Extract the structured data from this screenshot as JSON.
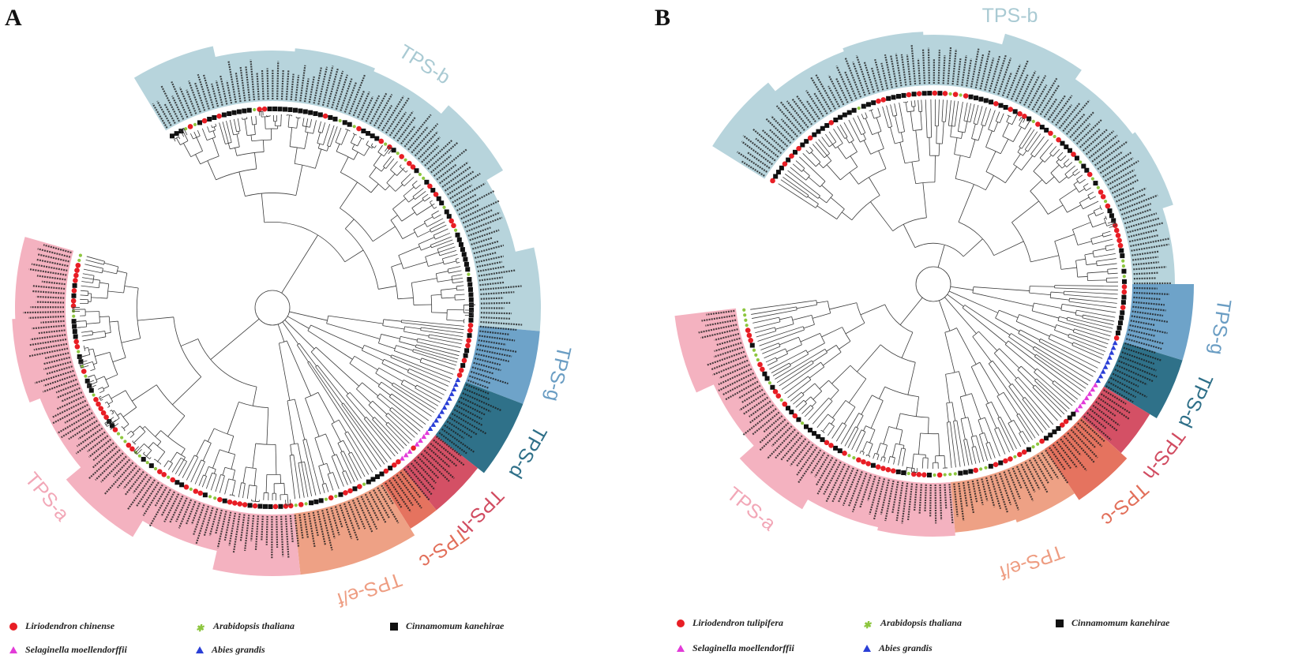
{
  "panels": [
    {
      "letter": "A",
      "clades": [
        {
          "name": "TPS-b",
          "color": "#b7d4dc",
          "label_color": "#a9cad3",
          "start": -121,
          "end": 5
        },
        {
          "name": "TPS-g",
          "color": "#6ea3c9",
          "label_color": "#6a9dc3",
          "start": 5,
          "end": 21
        },
        {
          "name": "TPS-d",
          "color": "#2f7189",
          "label_color": "#2e6f88",
          "start": 21,
          "end": 38
        },
        {
          "name": "TPS-h",
          "color": "#d45065",
          "label_color": "#d14b60",
          "start": 38,
          "end": 51
        },
        {
          "name": "TPS-c",
          "color": "#e5735f",
          "label_color": "#e26f5a",
          "start": 51,
          "end": 58
        },
        {
          "name": "TPS-e/f",
          "color": "#eea185",
          "label_color": "#ee9d82",
          "start": 58,
          "end": 84
        },
        {
          "name": "TPS-a",
          "color": "#f4b2c0",
          "label_color": "#f2a7b7",
          "start": 84,
          "end": 196
        }
      ],
      "legend": [
        {
          "label": "Liriodendron chinense",
          "shape": "circle",
          "color": "#e81e25"
        },
        {
          "label": "Arabidopsis thaliana",
          "shape": "star",
          "color": "#8dc63f"
        },
        {
          "label": "Cinnamomum kanehirae",
          "shape": "square",
          "color": "#111111"
        },
        {
          "label": "Selaginella moellendorffii",
          "shape": "triangle",
          "color": "#e23bd8"
        },
        {
          "label": "Abies grandis",
          "shape": "triangle",
          "color": "#2a3fd6"
        }
      ]
    },
    {
      "letter": "B",
      "clades": [
        {
          "name": "TPS-b",
          "color": "#b7d4dc",
          "label_color": "#a9cad3",
          "start": -148,
          "end": 0
        },
        {
          "name": "TPS-g",
          "color": "#6ea3c9",
          "label_color": "#6a9dc3",
          "start": 0,
          "end": 17
        },
        {
          "name": "TPS-d",
          "color": "#2f7189",
          "label_color": "#2e6f88",
          "start": 17,
          "end": 31
        },
        {
          "name": "TPS-h",
          "color": "#d45065",
          "label_color": "#d14b60",
          "start": 31,
          "end": 42
        },
        {
          "name": "TPS-c",
          "color": "#e5735f",
          "label_color": "#e26f5a",
          "start": 42,
          "end": 56
        },
        {
          "name": "TPS-e/f",
          "color": "#eea185",
          "label_color": "#ee9d82",
          "start": 56,
          "end": 85
        },
        {
          "name": "TPS-a",
          "color": "#f4b2c0",
          "label_color": "#f2a7b7",
          "start": 85,
          "end": 173
        }
      ],
      "legend": [
        {
          "label": "Liriodendron tulipifera",
          "shape": "circle",
          "color": "#e81e25"
        },
        {
          "label": "Arabidopsis thaliana",
          "shape": "star",
          "color": "#8dc63f"
        },
        {
          "label": "Cinnamomum kanehirae",
          "shape": "square",
          "color": "#111111"
        },
        {
          "label": "Selaginella moellendorffii",
          "shape": "triangle",
          "color": "#e23bd8"
        },
        {
          "label": "Abies grandis",
          "shape": "triangle",
          "color": "#2a3fd6"
        }
      ]
    }
  ]
}
